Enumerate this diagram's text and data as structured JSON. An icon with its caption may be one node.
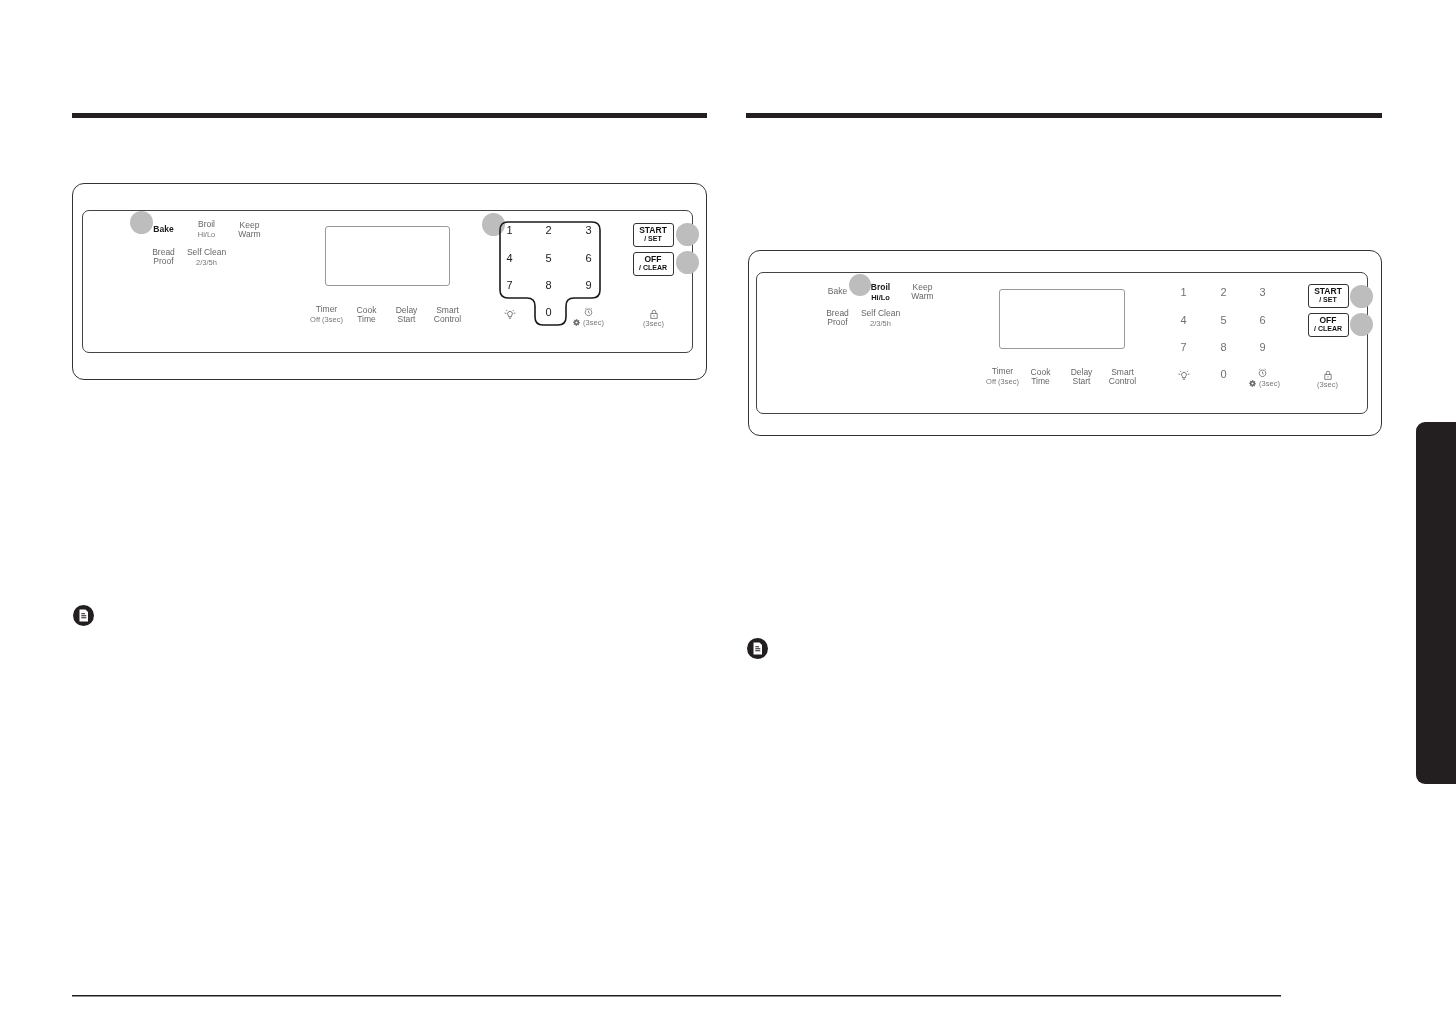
{
  "diagram": {
    "nodes": [
      {
        "text": [],
        "shape": "box"
      },
      {
        "text": [
          "Bake",
          "Broil",
          "Hi/Lo",
          "Keep Warm",
          "Bread Proof",
          "Self Clean",
          "2/3/5h",
          "Timer",
          "Off (3sec)",
          "Cook Time",
          "Delay Start",
          "Smart Control",
          "(3sec)",
          "(3sec)"
        ],
        "in": 0
      },
      {
        "text": [],
        "shape": "circle",
        "in": 1
      },
      {
        "text": [],
        "shape": "box",
        "in": 1
      },
      {
        "text": [],
        "shape": "circle",
        "in": 1
      },
      {
        "text": [
          "1",
          "2",
          "3",
          "4",
          "5",
          "6",
          "7",
          "8",
          "9",
          "0"
        ],
        "in": 1
      },
      {
        "text": [
          "START",
          "/ SET"
        ],
        "in": 1
      },
      {
        "text": [],
        "shape": "circle",
        "in": 0
      },
      {
        "text": [
          "OFF",
          "/ CLEAR"
        ],
        "in": 1
      },
      {
        "text": [],
        "shape": "circle",
        "in": 0
      },
      {
        "text": [],
        "shape": "box"
      },
      {
        "text": [
          "Bake",
          "Broil",
          "Hi/Lo",
          "Keep Warm",
          "Bread Proof",
          "Self Clean",
          "2/3/5h",
          "1",
          "2",
          "3",
          "4",
          "5",
          "6",
          "7",
          "8",
          "9",
          "Timer",
          "Off (3sec)",
          "Cook Time",
          "Delay Start",
          "Smart Control",
          "0",
          "(3sec)",
          "(3sec)"
        ],
        "in": 10
      },
      {
        "text": [],
        "shape": "circle",
        "in": 11
      },
      {
        "text": [],
        "shape": "box",
        "in": 11
      },
      {
        "text": [
          "START",
          "/ SET"
        ],
        "in": 11
      },
      {
        "text": [],
        "shape": "circle",
        "in": 10
      },
      {
        "text": [
          "OFF",
          "/ CLEAR"
        ],
        "in": 11
      },
      {
        "text": [],
        "shape": "circle",
        "in": 10
      },
      {
        "text": [],
        "shape": "bar"
      }
    ]
  }
}
